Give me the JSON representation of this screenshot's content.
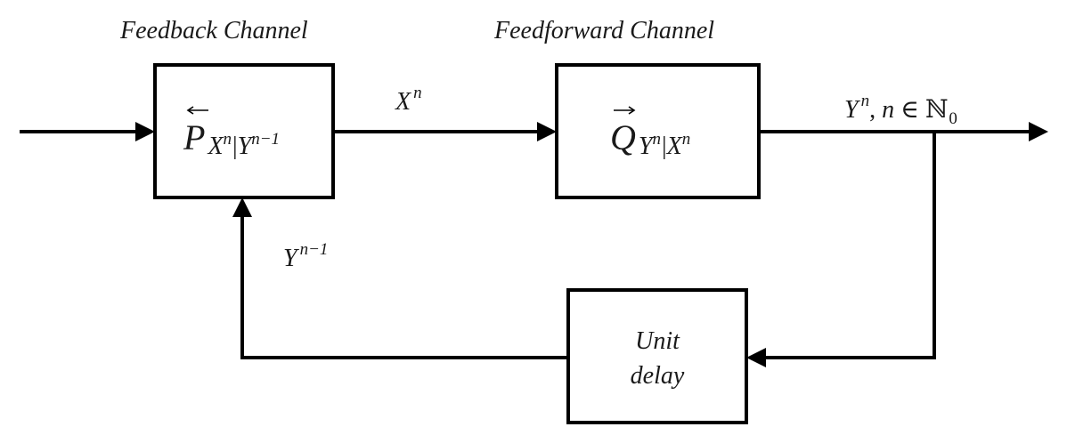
{
  "headers": {
    "feedback": "Feedback Channel",
    "feedforward": "Feedforward Channel"
  },
  "blocks": {
    "feedback_kernel": {
      "symbol": "P",
      "subscript": "X",
      "sub_sup1": "n",
      "bar": "|",
      "sub_given": "Y",
      "sub_sup2": "n−1"
    },
    "feedforward_kernel": {
      "symbol": "Q",
      "subscript": "Y",
      "sub_sup1": "n",
      "bar": "|",
      "sub_given": "X",
      "sub_sup2": "n"
    },
    "unit_delay": {
      "line1": "Unit",
      "line2": "delay"
    }
  },
  "signals": {
    "channel_input": {
      "var": "X",
      "sup": "n"
    },
    "channel_output": {
      "var": "Y",
      "sup": "n",
      "sep": ", ",
      "index": "n",
      "member": " ∈ ",
      "set": "ℕ",
      "set_sub": "0"
    },
    "feedback_signal": {
      "var": "Y",
      "sup": "n−1"
    }
  },
  "colors": {
    "stroke": "#000000",
    "text": "#1a1a1a",
    "background": "#ffffff"
  }
}
